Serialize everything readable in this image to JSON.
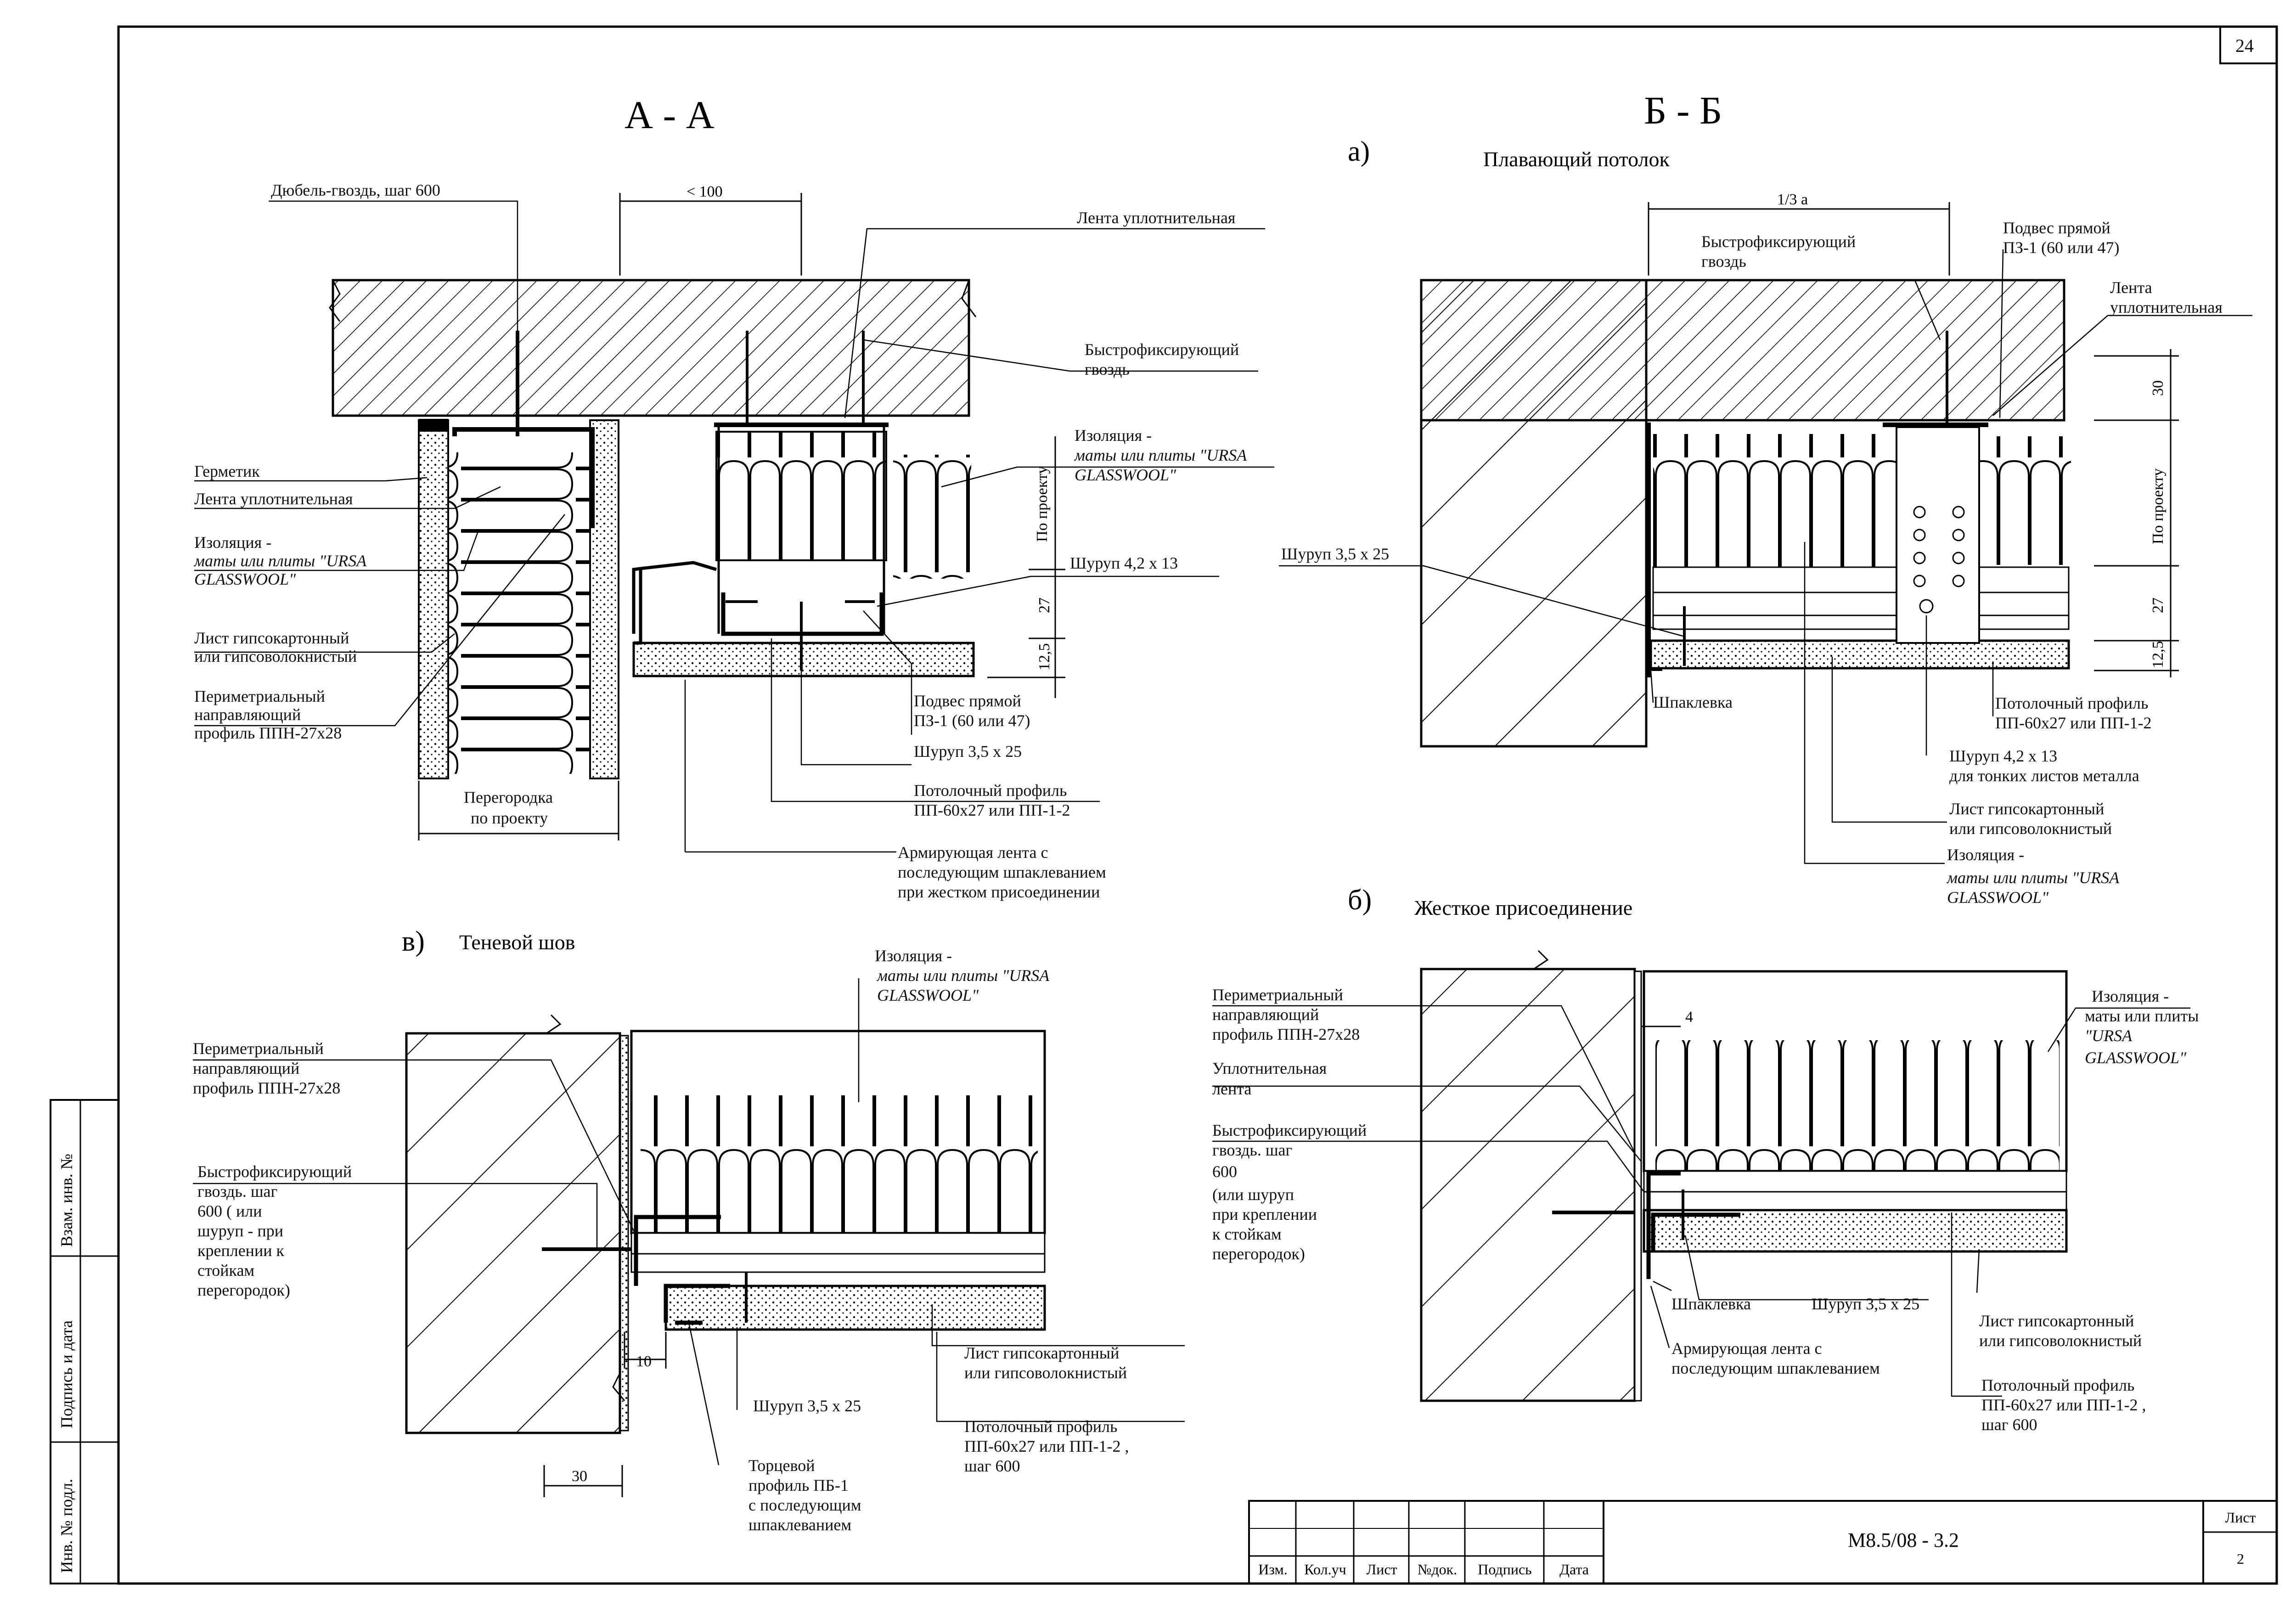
{
  "sheet_number": "24",
  "titles": {
    "section_aa": "А - А",
    "section_bb": "Б - Б",
    "a_letter": "а)",
    "a_caption": "Плавающий потолок",
    "b_letter": "б)",
    "b_caption": "Жесткое присоединение",
    "v_letter": "в)",
    "v_caption": "Теневой шов"
  },
  "aa": {
    "dowel": "Дюбель-гвоздь, шаг 600",
    "dim_top": "< 100",
    "tape_top": "Лента уплотнительная",
    "fastnail": [
      "Быстрофиксирующий",
      "гвоздь"
    ],
    "insul_r": [
      "Изоляция -",
      "маты или плиты \"URSA",
      "GLASSWOOL\""
    ],
    "hermetic": "Герметик",
    "tape_left": "Лента уплотнительная",
    "insul_l": [
      "Изоляция -",
      "маты или плиты \"URSA",
      "GLASSWOOL\""
    ],
    "sheet": [
      "Лист гипсокартонный",
      "или гипсоволокнистый"
    ],
    "perim": [
      "Периметриальный",
      "направляющий",
      "профиль ППН-27х28"
    ],
    "screw42": "Шуруп 4,2 х 13",
    "hanger": [
      "Подвес прямой",
      "ПЗ-1 (60 или 47)"
    ],
    "screw35": "Шуруп 3,5 х 25",
    "profile": [
      "Потолочный профиль",
      "ПП-60х27  или ПП-1-2"
    ],
    "tape_arm": [
      "Армирующая лента с",
      "последующим шпаклеванием",
      "при жестком присоединении"
    ],
    "partition": [
      "Перегородка",
      "по проекту"
    ],
    "dim_proj": "По проекту",
    "dim_27": "27",
    "dim_125": "12,5"
  },
  "bba": {
    "dim_13": "1/3 a",
    "fastnail": [
      "Быстрофиксирующий",
      "гвоздь"
    ],
    "hanger": [
      "Подвес прямой",
      "ПЗ-1 (60 или 47)"
    ],
    "tape": [
      "Лента",
      "уплотнительная"
    ],
    "screw35": "Шуруп 3,5 х 25",
    "putty": "Шпаклевка",
    "profile": [
      "Потолочный профиль",
      "ПП-60х27 или ПП-1-2"
    ],
    "screw42": [
      "Шуруп 4,2 х 13",
      "для тонких листов металла"
    ],
    "sheet": [
      "Лист гипсокартонный",
      "или гипсоволокнистый"
    ],
    "insul": [
      "Изоляция -",
      "маты или плиты \"URSA",
      "GLASSWOOL\""
    ],
    "dim_30": "30",
    "dim_proj": "По проекту",
    "dim_27": "27",
    "dim_125": "12,5"
  },
  "bbb": {
    "perim": [
      "Периметриальный",
      "направляющий",
      "профиль ППН-27х28"
    ],
    "seal": [
      "Уплотнительная",
      "лента"
    ],
    "fastnail": [
      "Быстрофиксирующий",
      "гвоздь. шаг",
      "600",
      "(или шуруп",
      "при креплении",
      "к стойкам",
      "перегородок)"
    ],
    "insul": [
      "Изоляция -",
      "маты или плиты",
      "\"URSA",
      "GLASSWOOL\""
    ],
    "dim_4": "4",
    "putty": "Шпаклевка",
    "screw35": "Шуруп 3,5 х 25",
    "tape_arm": [
      "Армирующая лента с",
      "последующим шпаклеванием"
    ],
    "sheet": [
      "Лист гипсокартонный",
      "или гипсоволокнистый"
    ],
    "profile": [
      "Потолочный профиль",
      "ПП-60х27 или ПП-1-2 ,",
      "шаг 600"
    ]
  },
  "v": {
    "insul": [
      "Изоляция -",
      "маты или плиты \"URSA",
      "GLASSWOOL\""
    ],
    "perim": [
      "Периметриальный",
      "направляющий",
      "профиль ППН-27х28"
    ],
    "fastnail": [
      "Быстрофиксирующий",
      "гвоздь. шаг",
      "600 ( или",
      "шуруп  - при",
      "креплении к",
      "стойкам",
      "перегородок)"
    ],
    "sheet": [
      "Лист гипсокартонный",
      "или гипсоволокнистый"
    ],
    "screw35": "Шуруп 3,5 х 25",
    "profile": [
      "Потолочный профиль",
      "ПП-60х27 или ПП-1-2 ,",
      "шаг 600"
    ],
    "end_profile": [
      "Торцевой",
      "профиль ПБ-1",
      "с последующим",
      "шпаклеванием"
    ],
    "dim_10": "10",
    "dim_30": "30"
  },
  "side_stamp": [
    "Инв. № подл.",
    "Подпись и дата",
    "Взам. инв. №"
  ],
  "title_block": {
    "cols": [
      "Изм.",
      "Кол.уч",
      "Лист",
      "№док.",
      "Подпись",
      "Дата"
    ],
    "doc_code": "М8.5/08 - 3.2",
    "sheet_label": "Лист",
    "sheet_no": "2"
  }
}
